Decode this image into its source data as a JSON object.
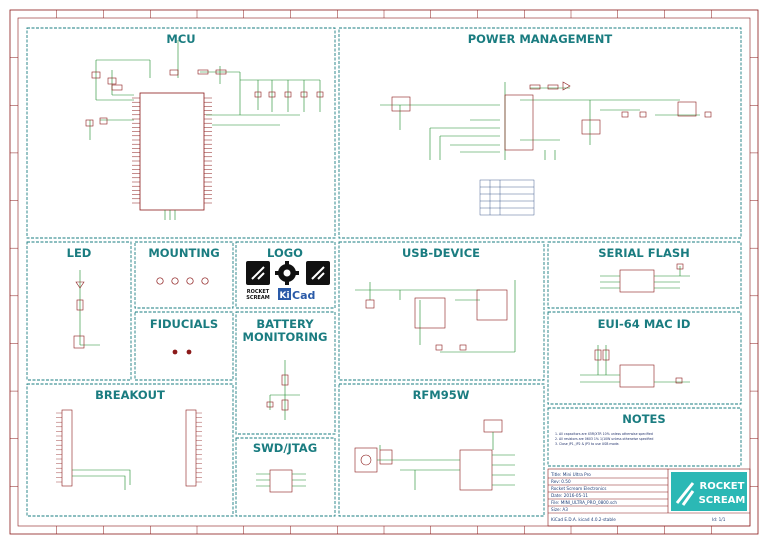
{
  "sections": {
    "mcu": "MCU",
    "power": "POWER MANAGEMENT",
    "led": "LED",
    "mounting": "MOUNTING",
    "logo": "LOGO",
    "usb": "USB-DEVICE",
    "serial_flash": "SERIAL FLASH",
    "fiducials": "FIDUCIALS",
    "battery": "BATTERY MONITORING",
    "battery_l1": "BATTERY",
    "battery_l2": "MONITORING",
    "eui": "EUI-64 MAC ID",
    "breakout": "BREAKOUT",
    "rfm": "RFM95W",
    "swd": "SWD/JTAG",
    "notes": "NOTES"
  },
  "logos": {
    "rocket_scream_1": "ROCKET",
    "rocket_scream_2": "SCREAM",
    "kicad_ki": "Ki",
    "kicad_cad": "Cad"
  },
  "brand": {
    "line1": "ROCKET",
    "line2": "SCREAM"
  },
  "title_block": {
    "title": "Title: Mini Ultra Pro",
    "rev": "Rev: 0.50",
    "company": "Rocket Scream Electronics",
    "date": "Date: 2016-05-11",
    "file": "File: MINI_ULTRA_PRO_0800.sch",
    "size": "Size: A3",
    "kicad_id": "KiCad E.D.A. kicad 4.0.2-stable",
    "sheet": "Id: 1/1"
  },
  "notes_text": [
    "1. All capacitors are X5R/X7R 10% unless otherwise specified",
    "2. All resistors are 0603 1% 1/10W unless otherwise specified",
    "3. Close JP1, JP2 & JP3 to use USB mode."
  ],
  "colors": {
    "frame": "#8b1a1a",
    "section": "#1a7c80",
    "wire": "#1c8a2a",
    "component": "#8b1a1a",
    "label": "#20306a"
  }
}
